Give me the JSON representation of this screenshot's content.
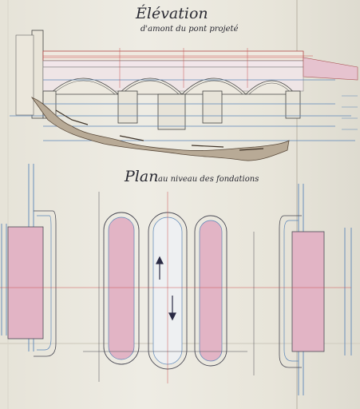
{
  "elevation": {
    "title": "Élévation",
    "subtitle": "d'amont du pont projeté"
  },
  "plan": {
    "title": "Plan",
    "subtitle": "au niveau des fondations"
  },
  "colors": {
    "paper": "#ebe8de",
    "ink": "#3a3a44",
    "blue_line": "#5b86b8",
    "pink_wash": "#e3b0c4",
    "rock_brown": "#7a6a5a"
  }
}
